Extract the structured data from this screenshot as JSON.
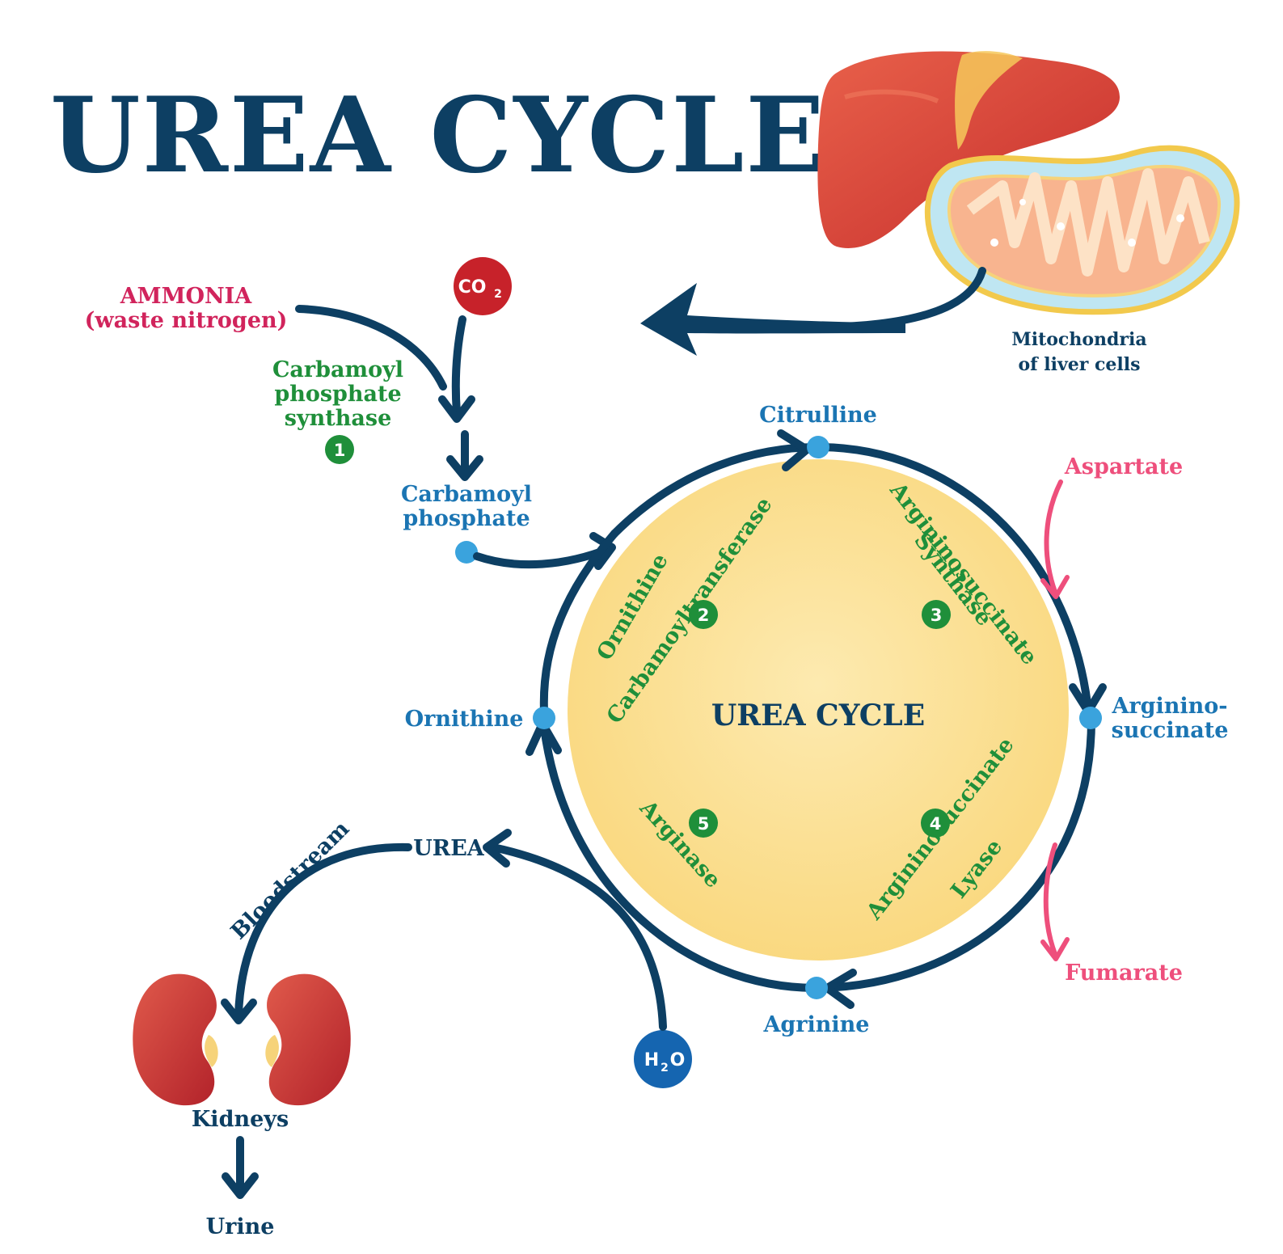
{
  "title": "UREA CYCLE",
  "center_label": "UREA CYCLE",
  "inputs": {
    "ammonia": "AMMONIA",
    "ammonia_note": "(waste nitrogen)",
    "co2": "CO",
    "co2_sub": "2",
    "h2o_h": "H",
    "h2o_sub": "2",
    "h2o_o": "O"
  },
  "enzymes": {
    "e1_line1": "Carbamoyl",
    "e1_line2": "phosphate",
    "e1_line3": "synthase",
    "e1_num": "1",
    "e2_line1": "Ornithine",
    "e2_line2": "Carbamoyltransferase",
    "e2_num": "2",
    "e3_line1": "Argininosuccinate",
    "e3_line2": "Synthase",
    "e3_num": "3",
    "e4_line1": "Argininosuccinate",
    "e4_line2": "Lyase",
    "e4_num": "4",
    "e5_line1": "Arginase",
    "e5_num": "5"
  },
  "metabolites": {
    "carbamoyl_line1": "Carbamoyl",
    "carbamoyl_line2": "phosphate",
    "citrulline": "Citrulline",
    "argininosuccinate_line1": "Arginino-",
    "argininosuccinate_line2": "succinate",
    "arginine": "Agrinine",
    "ornithine": "Ornithine",
    "aspartate": "Aspartate",
    "fumarate": "Fumarate",
    "urea": "UREA"
  },
  "organs": {
    "mito_line1": "Mitochondria",
    "mito_line2": "of liver cells",
    "bloodstream": "Bloodstream",
    "kidneys": "Kidneys",
    "urine": "Urine"
  },
  "colors": {
    "navy": "#0d3f63",
    "blue": "#1b75b3",
    "green": "#1f8f3a",
    "pink": "#ee4f7c",
    "magenta": "#d1245c",
    "cycle_fill": "#fbdf8c",
    "co2_fill": "#c7222a",
    "h2o_fill": "#1565b0",
    "liver": "#d8403a",
    "mito_membrane": "#f2c94c",
    "kidney": "#c2272d"
  }
}
